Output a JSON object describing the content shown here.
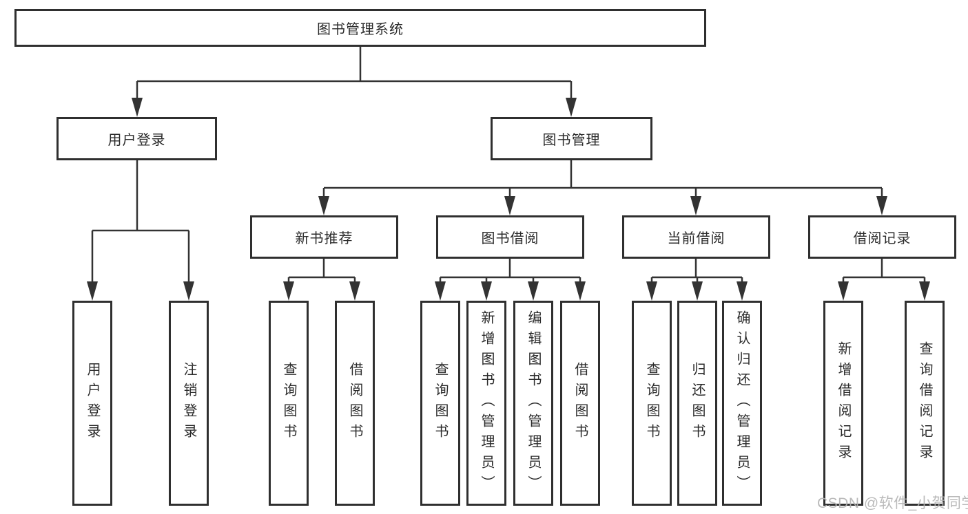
{
  "diagram": {
    "root": "图书管理系统",
    "level2": {
      "user_login": "用户登录",
      "book_mgmt": "图书管理"
    },
    "level3": {
      "new_book_rec": "新书推荐",
      "book_borrow": "图书借阅",
      "current_borrow": "当前借阅",
      "borrow_record": "借阅记录"
    },
    "leaves": {
      "user_login": "用户登录",
      "logout": "注销登录",
      "nb_query": "查询图书",
      "nb_borrow": "借阅图书",
      "bb_query": "查询图书",
      "bb_add": "新增图书（管理员）",
      "bb_edit": "编辑图书（管理员）",
      "bb_borrow": "借阅图书",
      "cb_query": "查询图书",
      "cb_return": "归还图书",
      "cb_confirm": "确认归还（管理员）",
      "br_add": "新增借阅记录",
      "br_query": "查询借阅记录"
    }
  },
  "watermark": "CSDN @软件_小贺同学",
  "colors": {
    "box_border": "#2f2f2f",
    "connector_line": "#333333",
    "text": "#2b2b2b",
    "background": "#ffffff",
    "watermark": "#b3b3b3"
  }
}
